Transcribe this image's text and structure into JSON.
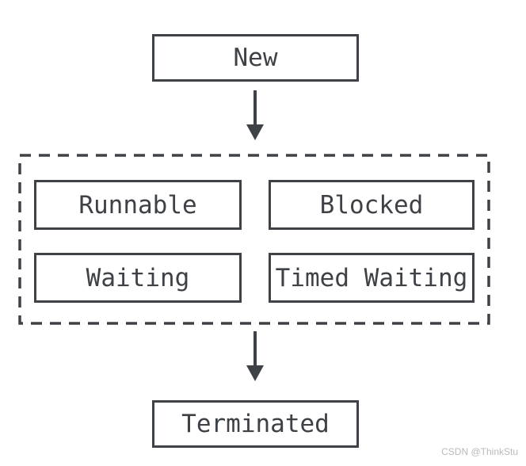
{
  "diagram": {
    "background": "#ffffff",
    "stroke_color": "#3e4146",
    "text_color": "#3e4146",
    "nodes": {
      "new": {
        "label": "New"
      },
      "runnable": {
        "label": "Runnable"
      },
      "blocked": {
        "label": "Blocked"
      },
      "waiting": {
        "label": "Waiting"
      },
      "timed_waiting": {
        "label": "Timed Waiting"
      },
      "terminated": {
        "label": "Terminated"
      }
    },
    "connectors": [
      {
        "from": "new",
        "to": "active-states-group",
        "direction": "down"
      },
      {
        "from": "active-states-group",
        "to": "terminated",
        "direction": "down"
      }
    ],
    "watermark": {
      "text": "CSDN @ThinkStu",
      "color": "#b9babc"
    }
  }
}
